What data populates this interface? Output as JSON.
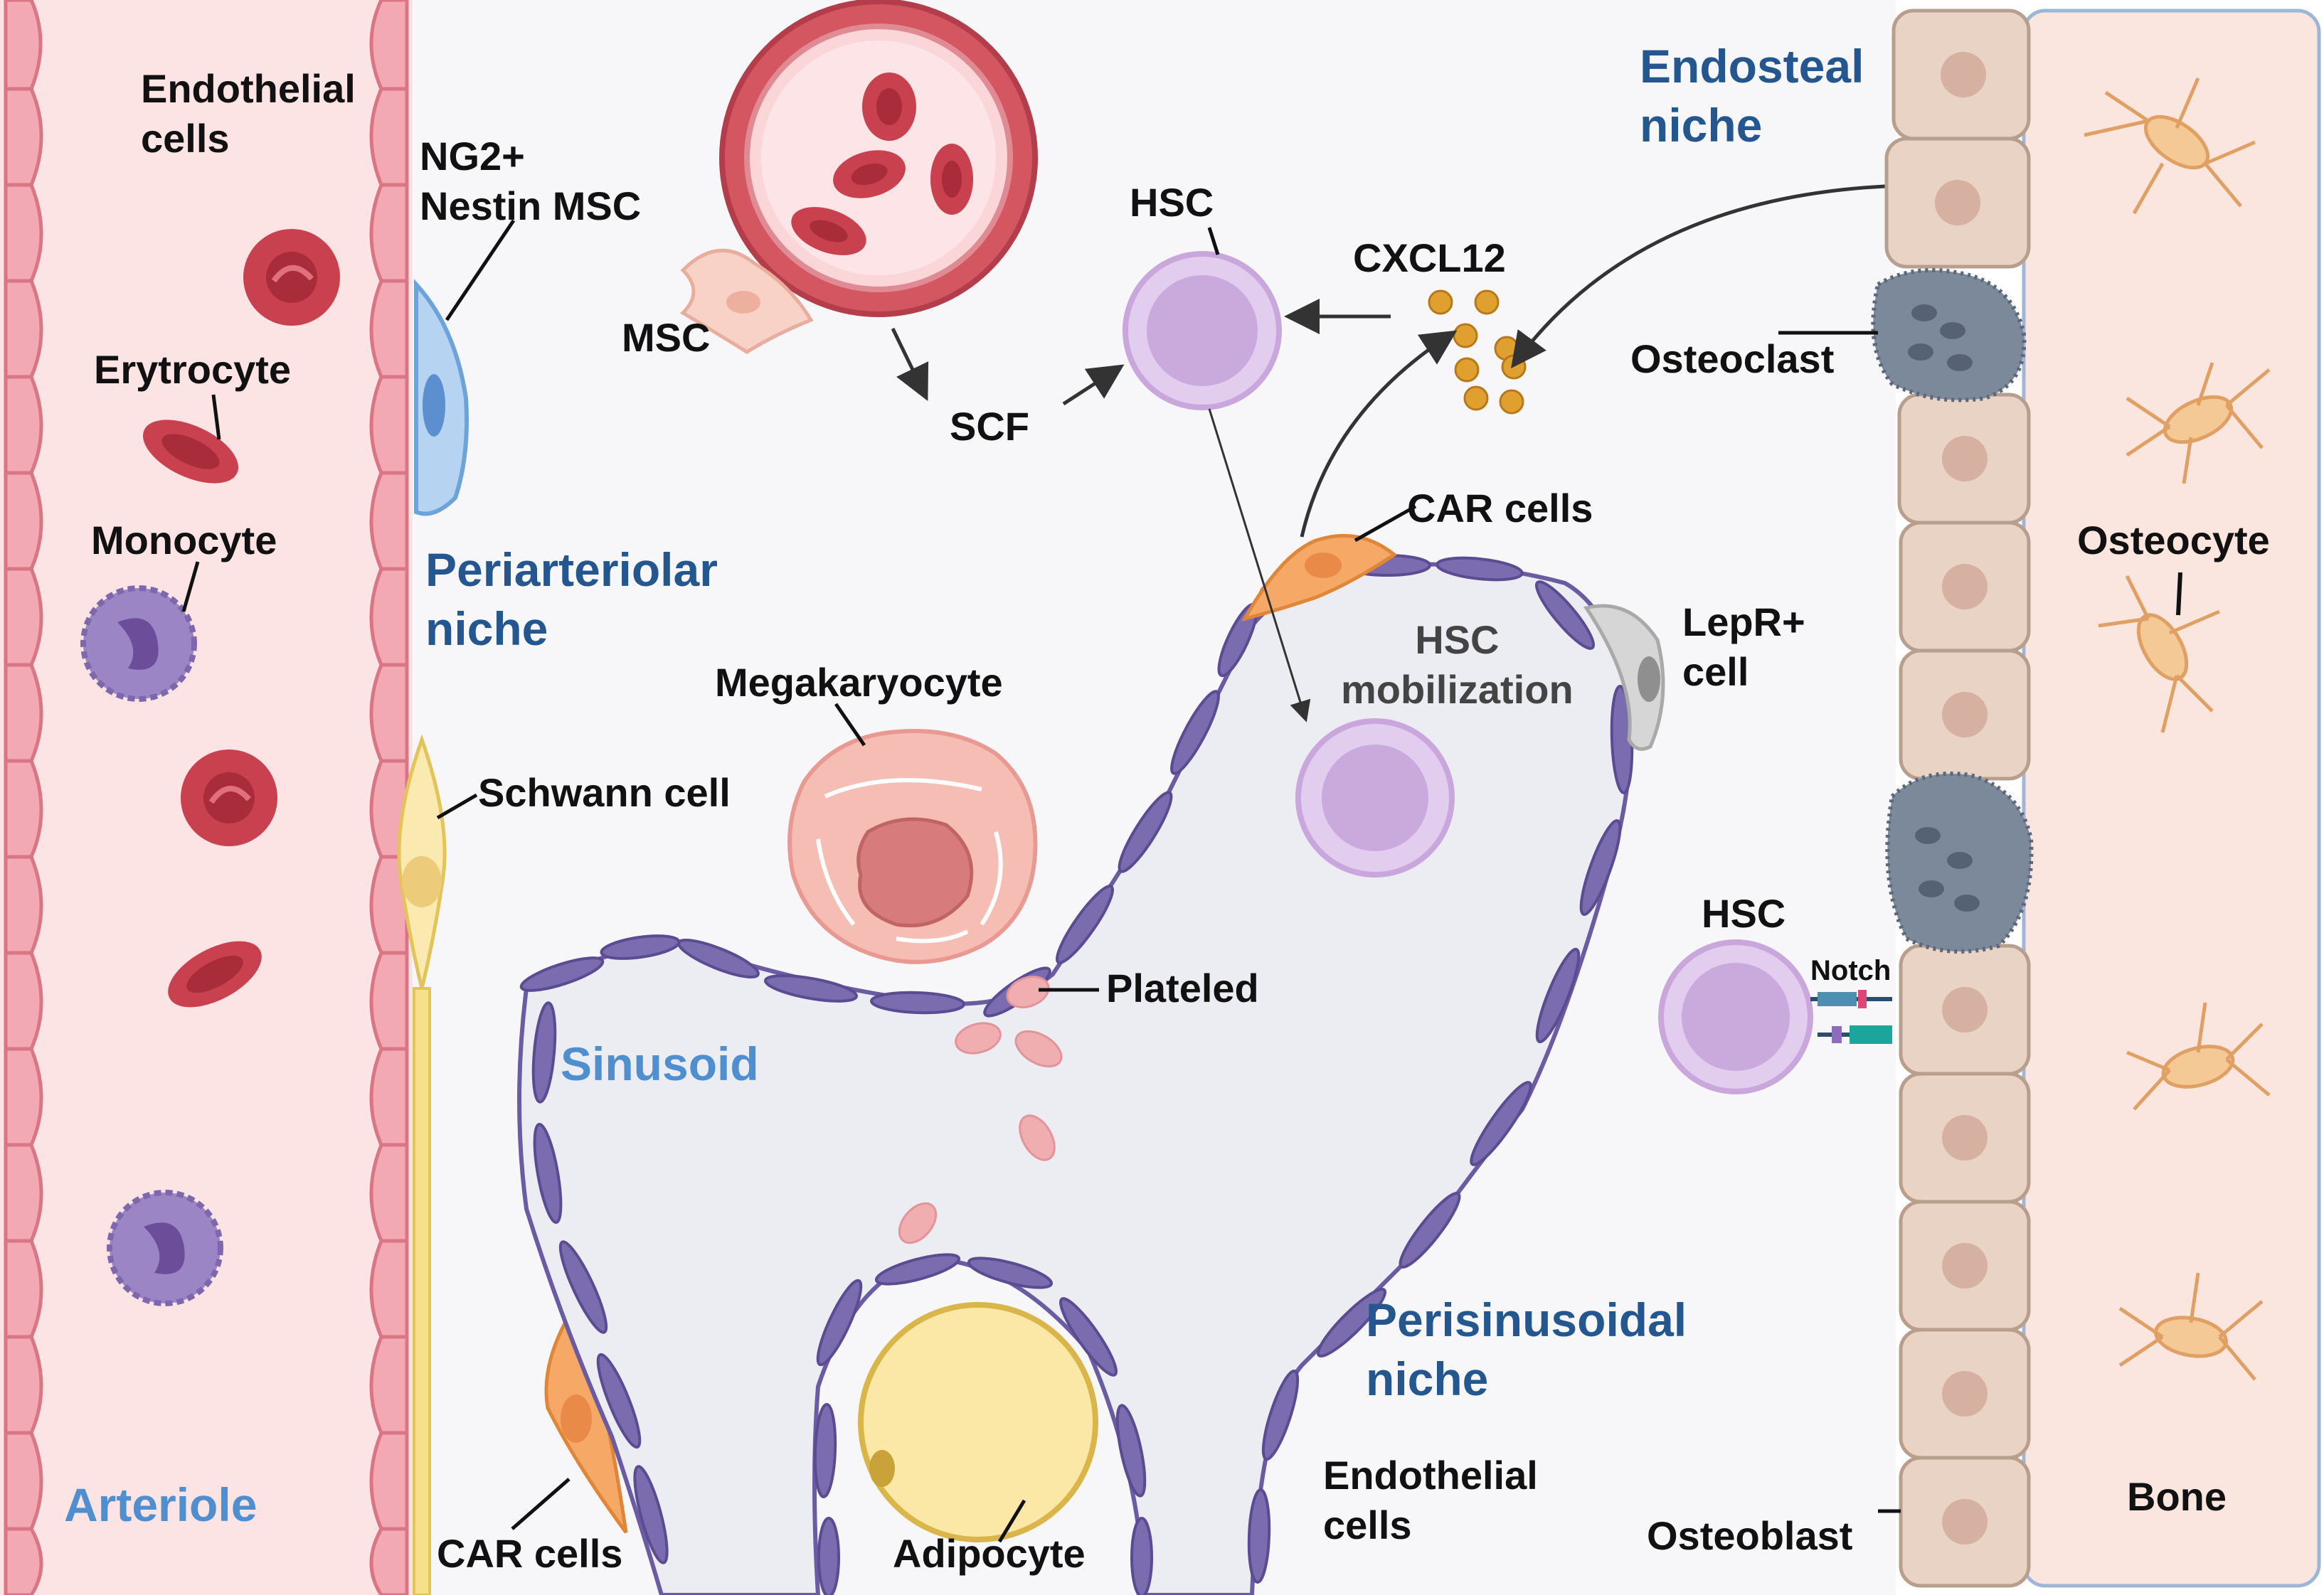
{
  "colors": {
    "arteriole_fill": "#fde4e4",
    "endothelial_pink": "#f2a3ad",
    "erythrocyte": "#c9414f",
    "monocyte": "#8a72b5",
    "sinusoid_cell": "#7b6cb0",
    "sinusoid_fill": "#ecedf3",
    "hsc": "#c9a6db",
    "osteoblast": "#e8d3c5",
    "bone_fill": "#fbe5df",
    "osteoclast": "#7a8799",
    "cxcl12": "#d4901f",
    "niche_label": "#24578f",
    "sinusoid_label": "#4f8fd0"
  },
  "labels": {
    "endothelial_cells_top": "Endothelial\ncells",
    "erythrocyte": "Erytrocyte",
    "monocyte": "Monocyte",
    "arteriole": "Arteriole",
    "ng2_nestin_msc": "NG2+\nNestin MSC",
    "periarteriolar_niche": "Periarteriolar\nniche",
    "schwann_cell": "Schwann cell",
    "car_cells_bottom": "CAR cells",
    "msc": "MSC",
    "scf": "SCF",
    "hsc_top": "HSC",
    "cxcl12": "CXCL12",
    "endosteal_niche": "Endosteal\nniche",
    "osteoclast": "Osteoclast",
    "car_cells_top": "CAR cells",
    "lepr_cell": "LepR+\ncell",
    "hsc_mobilization": "HSC\nmobilization",
    "megakaryocyte": "Megakaryocyte",
    "plateled": "Plateled",
    "sinusoid": "Sinusoid",
    "hsc_right": "HSC",
    "notch": "Notch",
    "osteocyte": "Osteocyte",
    "perisinusoidal_niche": "Perisinusoidal\nniche",
    "endothelial_cells_bottom": "Endothelial\ncells",
    "adipocyte": "Adipocyte",
    "osteoblast": "Osteoblast",
    "bone": "Bone"
  }
}
